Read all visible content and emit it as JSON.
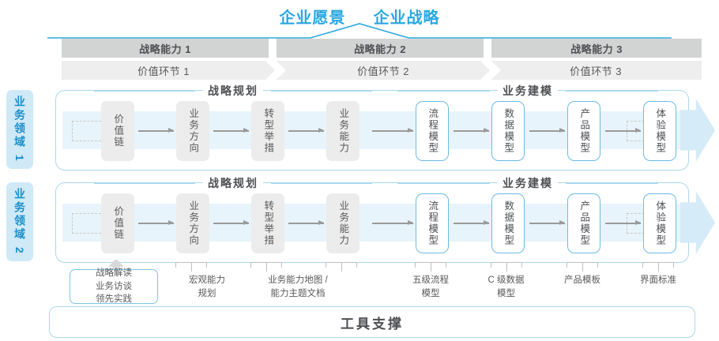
{
  "top": {
    "vision": "企业愿景",
    "strategy": "企业战略",
    "accent": "#29a8e0"
  },
  "capabilities": [
    {
      "label": "战略能力 1"
    },
    {
      "label": "战略能力 2"
    },
    {
      "label": "战略能力 3"
    }
  ],
  "value_chain": [
    {
      "label": "价值环节 1"
    },
    {
      "label": "价值环节 2"
    },
    {
      "label": "价值环节 3"
    }
  ],
  "domains": [
    {
      "label": "业务领域 1"
    },
    {
      "label": "业务领域 2"
    }
  ],
  "sections": {
    "planning": "战略规划",
    "modeling": "业务建模"
  },
  "nodes": {
    "planning": [
      {
        "label": "价值链",
        "style": "gray"
      },
      {
        "label": "业务方向",
        "style": "gray"
      },
      {
        "label": "转型举措",
        "style": "gray"
      },
      {
        "label": "业务能力",
        "style": "gray"
      }
    ],
    "modeling": [
      {
        "label": "流程模型",
        "style": "blue"
      },
      {
        "label": "数据模型",
        "style": "blue"
      },
      {
        "label": "产品模型",
        "style": "blue"
      },
      {
        "label": "体验模型",
        "style": "blue"
      }
    ]
  },
  "tool_labels": [
    {
      "text": "战略解读\n业务访谈\n领先实践",
      "highlight": true
    },
    {
      "text": "宏观能力\n规划",
      "highlight": false
    },
    {
      "text": "业务能力地图 /\n能力主题文档",
      "highlight": false
    },
    {
      "text": "五级流程\n模型",
      "highlight": false
    },
    {
      "text": "C 级数据\n模型",
      "highlight": false
    },
    {
      "text": "产品模板",
      "highlight": false
    },
    {
      "text": "界面标准",
      "highlight": false
    }
  ],
  "tool_support": {
    "label": "工具支撑"
  },
  "colors": {
    "accent_blue": "#29a8e0",
    "light_blue_border": "#a9d8ef",
    "node_blue_border": "#6bbbe4",
    "band": "#e8f4fb",
    "cap_bar": "#d2d4d4",
    "vc_bar": "#eeeeee",
    "node_gray": "#ececec",
    "tab_bg": "#cfe9f7"
  }
}
